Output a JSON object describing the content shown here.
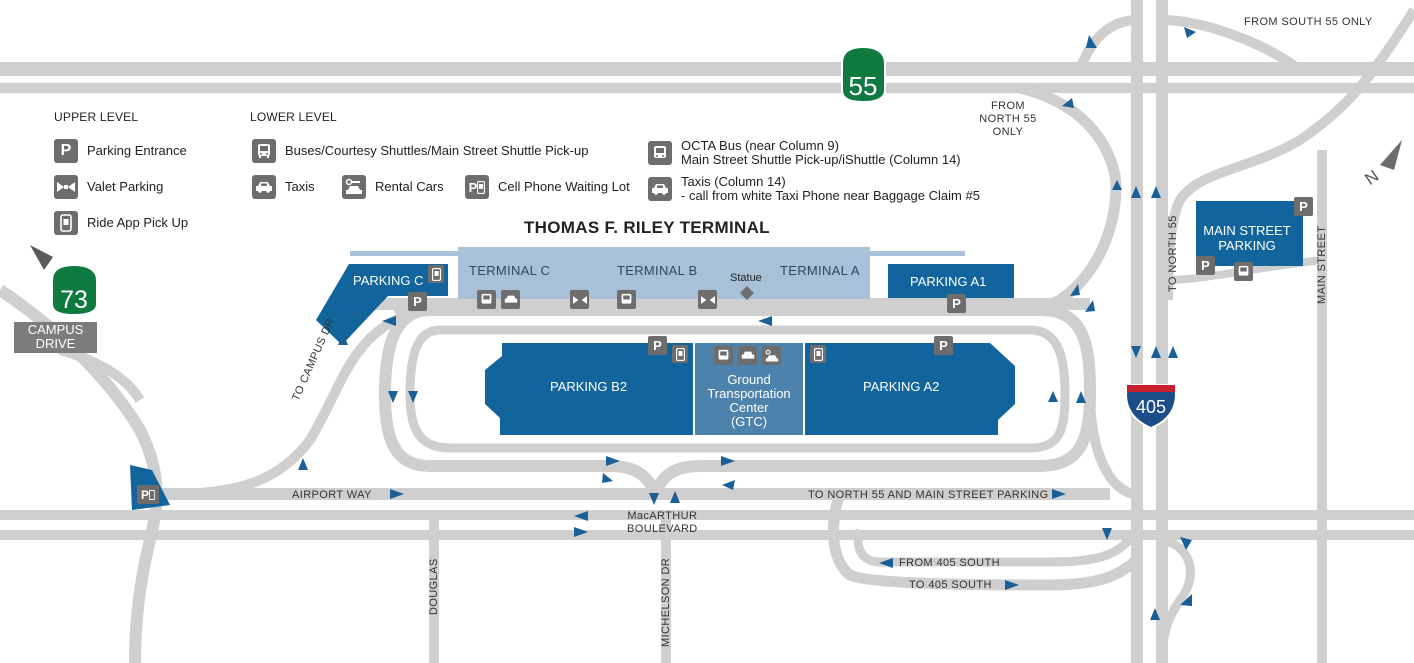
{
  "legend": {
    "upper_heading": "UPPER LEVEL",
    "lower_heading": "LOWER LEVEL",
    "parking_entrance": "Parking Entrance",
    "valet_parking": "Valet Parking",
    "ride_app": "Ride App Pick Up",
    "buses": "Buses/Courtesy Shuttles/Main Street Shuttle Pick-up",
    "taxis": "Taxis",
    "rental_cars": "Rental Cars",
    "cell_phone_lot": "Cell Phone Waiting Lot",
    "octa_line1": "OCTA Bus (near Column 9)",
    "octa_line2": "Main Street Shuttle Pick-up/iShuttle (Column 14)",
    "taxi_col_line1": "Taxis (Column 14)",
    "taxi_col_line2": "- call from white Taxi Phone near Baggage Claim #5",
    "parking_letter": "P"
  },
  "title": "THOMAS F. RILEY TERMINAL",
  "terminals": {
    "c": "TERMINAL C",
    "b": "TERMINAL B",
    "a": "TERMINAL A",
    "statue": "Statue"
  },
  "parking": {
    "c": "PARKING C",
    "a1": "PARKING A1",
    "b2": "PARKING B2",
    "a2": "PARKING A2",
    "gtc_line1": "Ground",
    "gtc_line2": "Transportation",
    "gtc_line3": "Center",
    "gtc_line4": "(GTC)",
    "main_street_line1": "MAIN  STREET",
    "main_street_line2": "PARKING"
  },
  "roads": {
    "from_south_55": "FROM SOUTH 55 ONLY",
    "from_north_55_line1": "FROM",
    "from_north_55_line2": "NORTH 55",
    "from_north_55_line3": "ONLY",
    "campus_drive_line1": "CAMPUS",
    "campus_drive_line2": "DRIVE",
    "to_campus_dr": "TO CAMPUS DR",
    "airport_way": "AIRPORT WAY",
    "macarthur_line1": "MacARTHUR",
    "macarthur_line2": "BOULEVARD",
    "to_north_55_main": "TO NORTH 55 AND MAIN STREET PARKING",
    "from_405_south": "FROM 405 SOUTH",
    "to_405_south": "TO 405 SOUTH",
    "douglas": "DOUGLAS",
    "michelson": "MICHELSON DR",
    "to_north_55": "TO NORTH 55",
    "main_street": "MAIN STREET"
  },
  "shields": {
    "sr55": "55",
    "sr73": "73",
    "i405": "405"
  },
  "north_label": "N",
  "colors": {
    "road": "#cfcfcf",
    "parking": "#12659c",
    "terminal": "#a8c0d8",
    "gtc": "#4d82ad",
    "arrow": "#1a5f96",
    "state_shield": "#0e7a40",
    "icon_gray": "#6d6d6d",
    "interstate_blue": "#1b4d8a",
    "interstate_red": "#c8202f"
  }
}
